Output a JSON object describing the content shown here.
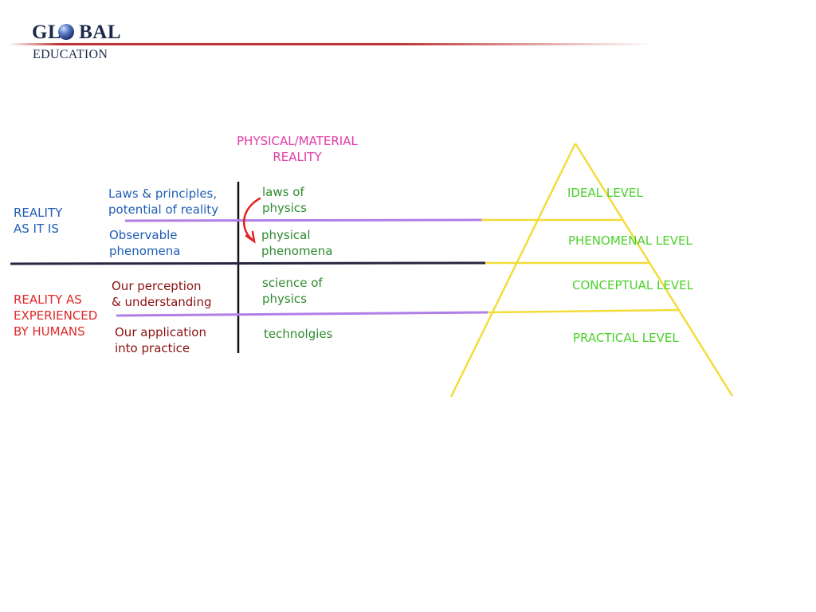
{
  "logo": {
    "line1_left": "GL",
    "line1_right": "BAL",
    "line2": "EDUCATION",
    "globe": "globe-icon"
  },
  "header": {
    "top": "PHYSICAL/MATERIAL",
    "bottom": "REALITY"
  },
  "left_groups": {
    "as_it_is": {
      "line1": "REALITY",
      "line2": "AS IT IS"
    },
    "experienced": {
      "line1": "REALITY AS",
      "line2": "EXPERIENCED",
      "line3": "BY HUMANS"
    }
  },
  "middle": {
    "laws": {
      "line1": "Laws & principles,",
      "line2": "potential of reality"
    },
    "observable": {
      "line1": "Observable",
      "line2": "phenomena"
    },
    "perception": {
      "line1": "Our perception",
      "line2": "& understanding"
    },
    "application": {
      "line1": "Our application",
      "line2": "into practice"
    }
  },
  "right": {
    "laws_of_physics": {
      "line1": "laws of",
      "line2": "physics"
    },
    "physical_phenomena": {
      "line1": "physical",
      "line2": "phenomena"
    },
    "science_of_physics": {
      "line1": "science of",
      "line2": "physics"
    },
    "technologies": {
      "line1": "technolgies"
    }
  },
  "levels": {
    "ideal": "IDEAL LEVEL",
    "phenomenal": "PHENOMENAL LEVEL",
    "conceptual": "CONCEPTUAL LEVEL",
    "practical": "PRACTICAL LEVEL"
  },
  "colors": {
    "blue": "#1f5eb5",
    "pink": "#e23ba8",
    "green": "#2e8a2e",
    "dark_red": "#8b1010",
    "red": "#e02828",
    "lime": "#4bd12a",
    "purple_line": "#b07fe6",
    "dark_line": "#262640",
    "pyramid": "#f2dc3a",
    "arrow": "#e42020",
    "header_rule": "#b81c1c"
  }
}
